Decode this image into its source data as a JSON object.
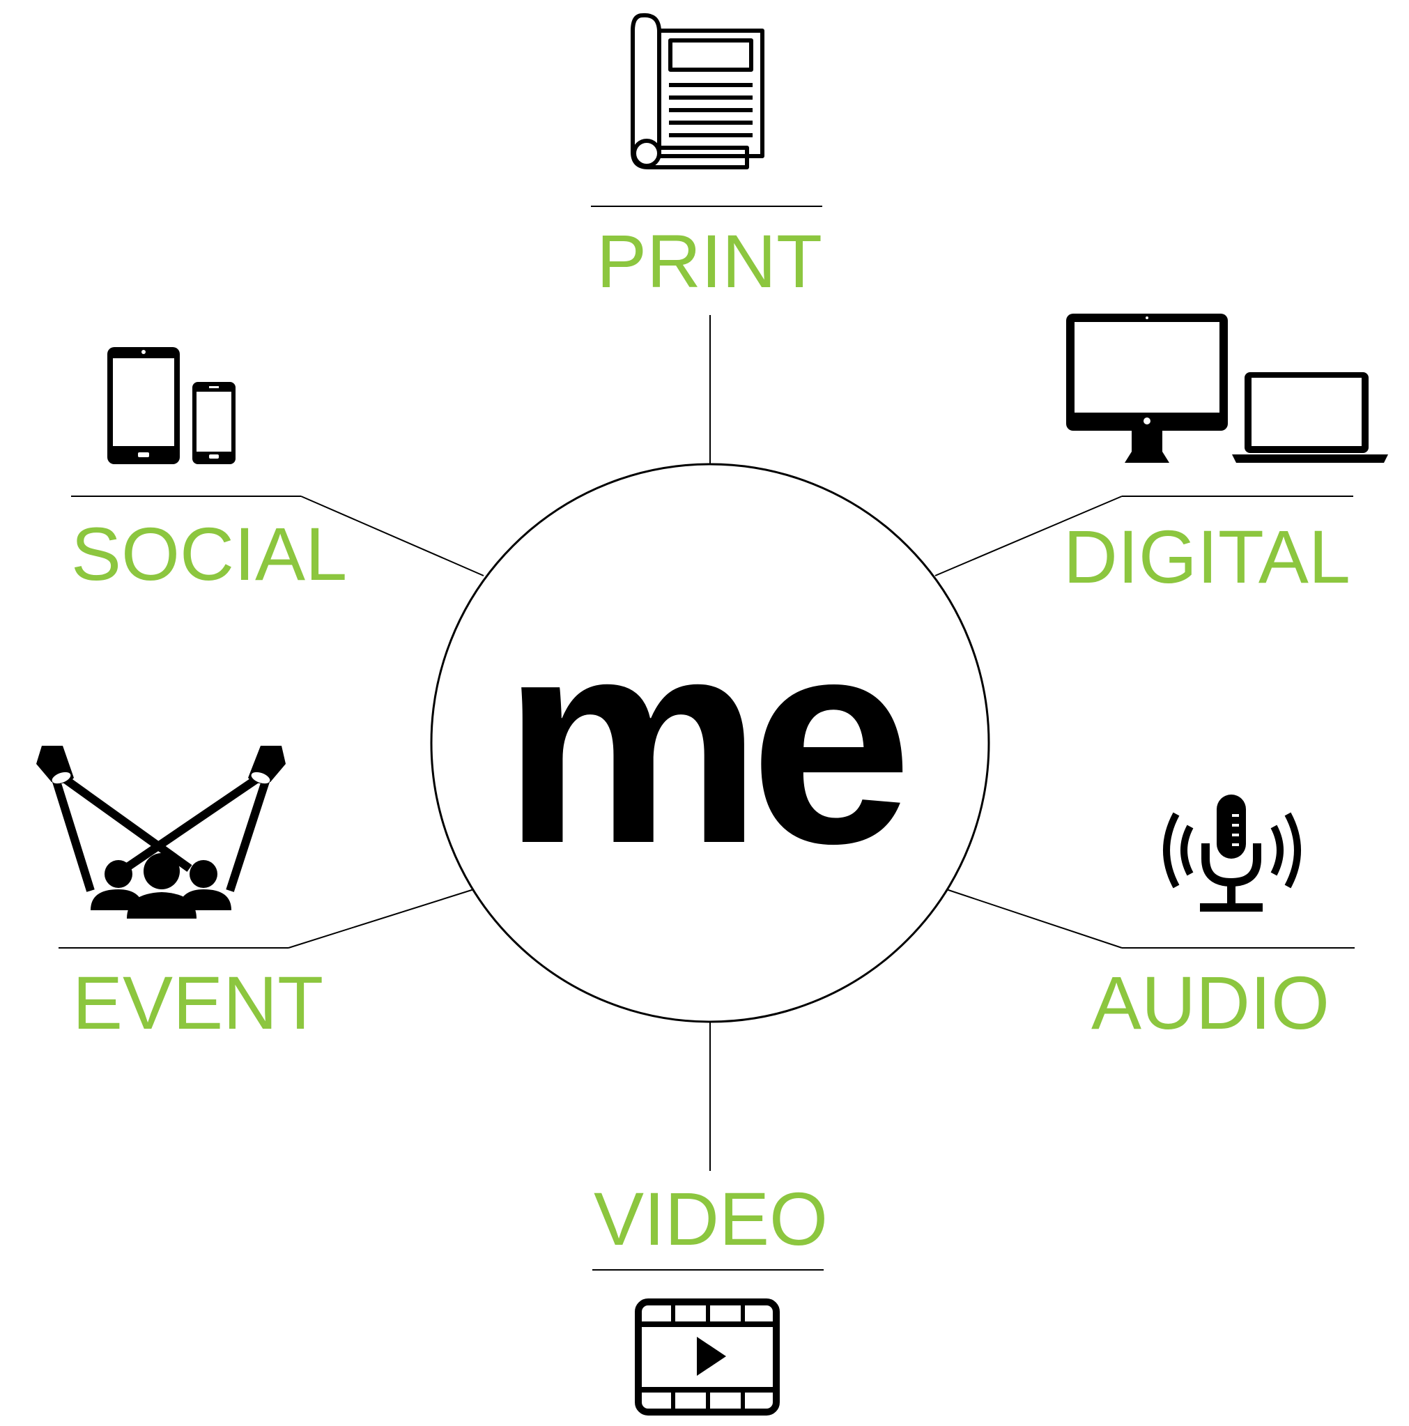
{
  "center": {
    "text": "me"
  },
  "colors": {
    "label": "#8cc63f",
    "line": "#000000",
    "icon": "#000000"
  },
  "nodes": [
    {
      "id": "print",
      "label": "PRINT",
      "icon": "newspaper-icon"
    },
    {
      "id": "digital",
      "label": "DIGITAL",
      "icon": "computer-laptop-icon"
    },
    {
      "id": "audio",
      "label": "AUDIO",
      "icon": "microphone-broadcast-icon"
    },
    {
      "id": "video",
      "label": "VIDEO",
      "icon": "video-film-icon"
    },
    {
      "id": "event",
      "label": "EVENT",
      "icon": "spotlight-audience-icon"
    },
    {
      "id": "social",
      "label": "SOCIAL",
      "icon": "tablet-phone-icon"
    }
  ]
}
